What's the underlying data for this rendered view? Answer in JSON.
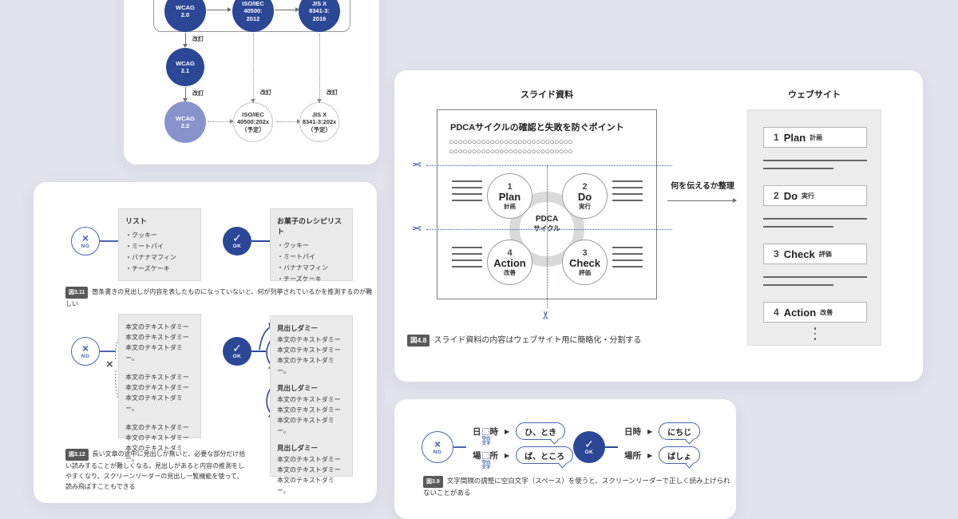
{
  "colors": {
    "background": "#e2e3ec",
    "primary_blue": "#2b4796",
    "outline_blue": "#4a64b4",
    "light_circle": "#8893cc",
    "cut_line_blue": "#3a5db1",
    "gray_box": "#eaeaea",
    "badge_bg": "#595959"
  },
  "glyphs": {
    "x": "×",
    "check": "✓",
    "triangle_right": "▶",
    "scissors": "✂"
  },
  "wcag_card": {
    "revision": "改訂",
    "top_nodes": [
      {
        "l1": "WCAG",
        "l2": "2.0"
      },
      {
        "l1": "ISO/IEC",
        "l2": "40500:",
        "l3": "2012"
      },
      {
        "l1": "JIS X",
        "l2": "8341-3:",
        "l3": "2016"
      }
    ],
    "wcag21": {
      "l1": "WCAG",
      "l2": "2.1"
    },
    "wcag22": {
      "l1": "WCAG",
      "l2": "2.2"
    },
    "future_nodes": [
      {
        "l1": "ISO/IEC",
        "l2": "40500:202x",
        "l3": "（予定）"
      },
      {
        "l1": "JIS X",
        "l2": "8341-3:202x",
        "l3": "（予定）"
      }
    ]
  },
  "list_card": {
    "ng_label": "NG",
    "ok_label": "OK",
    "section1": {
      "ng_title": "リスト",
      "ok_title": "お菓子のレシピリスト",
      "items": [
        "・クッキー",
        "・ミートパイ",
        "・バナナマフィン",
        "・チーズケーキ"
      ]
    },
    "caption1": {
      "badge": "図3.11",
      "text": "箇条書きの見出しが内容を表したものになっていないと、何が列挙されているかを推測するのが難しい"
    },
    "section2": {
      "heading": "見出しダミー",
      "body_text": "本文のテキストダミー本文のテキストダミー本文のテキストダミー。"
    },
    "caption2": {
      "badge": "図3.12",
      "text": "長い文章の途中に見出しが無いと、必要な部分だけ拾い読みすることが難しくなる。見出しがあると内容の推測をしやすくなり、スクリーンリーダーの見出し一覧機能を使って、読み飛ばすこともできる"
    }
  },
  "pdca_card": {
    "slide_title": "スライド資料",
    "web_title": "ウェブサイト",
    "slide_heading": "PDCAサイクルの確認と失敗を防ぐポイント",
    "placeholder_row": "○○○○○○○○○○○○○○○○○○○○○○○○○○○",
    "cycle_center_1": "PDCA",
    "cycle_center_2": "サイクル",
    "steps": [
      {
        "num": "1",
        "name": "Plan",
        "jp": "計画"
      },
      {
        "num": "2",
        "name": "Do",
        "jp": "実行"
      },
      {
        "num": "3",
        "name": "Check",
        "jp": "評価"
      },
      {
        "num": "4",
        "name": "Action",
        "jp": "改善"
      }
    ],
    "transfer_label": "何を伝えるか整理",
    "caption": {
      "badge": "図4.8",
      "text": "スライド資料の内容はウェブサイト用に簡略化・分割する"
    }
  },
  "space_card": {
    "ng_label": "NG",
    "ok_label": "OK",
    "space_char_label_1": "空白",
    "space_char_label_2": "文字",
    "ng_rows": [
      {
        "w1": "日",
        "w2": "時",
        "reading": "ひ、とき"
      },
      {
        "w1": "場",
        "w2": "所",
        "reading": "ば、ところ"
      }
    ],
    "ok_rows": [
      {
        "word": "日時",
        "reading": "にちじ"
      },
      {
        "word": "場所",
        "reading": "ばしょ"
      }
    ],
    "caption": {
      "badge": "図3.9",
      "text": "文字間隔の調整に空白文字（スペース）を使うと、スクリーンリーダーで正しく読み上げられないことがある"
    }
  }
}
